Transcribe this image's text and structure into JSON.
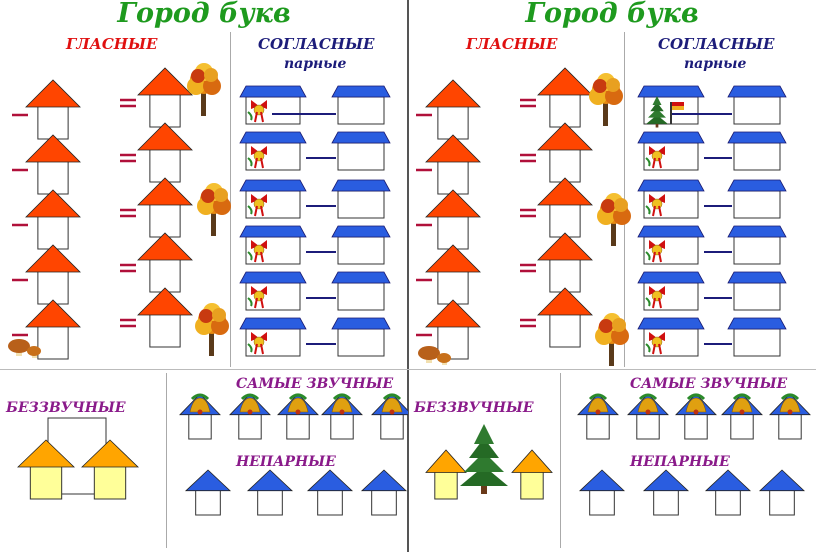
{
  "panels": [
    {
      "title": "Город букв",
      "vowels_label": "ГЛАСНЫЕ",
      "consonants_label": "СОГЛАСНЫЕ",
      "paired_label": "парные",
      "voiceless_label": "БЕЗЗВУЧНЫЕ",
      "sonorous_label": "САМЫЕ ЗВУЧНЫЕ",
      "unpaired_label": "НЕПАРНЫЕ"
    },
    {
      "title": "Город букв",
      "vowels_label": "ГЛАСНЫЕ",
      "consonants_label": "СОГЛАСНЫЕ",
      "paired_label": "парные",
      "voiceless_label": "БЕЗЗВУЧНЫЕ",
      "sonorous_label": "САМЫЕ ЗВУЧНЫЕ",
      "unpaired_label": "НЕПАРНЫЕ"
    }
  ],
  "colors": {
    "title": "#1e9a1e",
    "vowel_roof": "#ff4500",
    "consonant_roof": "#2a5de0",
    "voiceless_roof": "#ffa500",
    "voiceless_wall": "#ffff99",
    "link_line": "#1c1c7a",
    "dash": "#b0103a"
  },
  "icons": [
    "autumn-tree-icon",
    "mushroom-icon",
    "bell-icon",
    "fir-tree-icon",
    "flag-icon"
  ]
}
